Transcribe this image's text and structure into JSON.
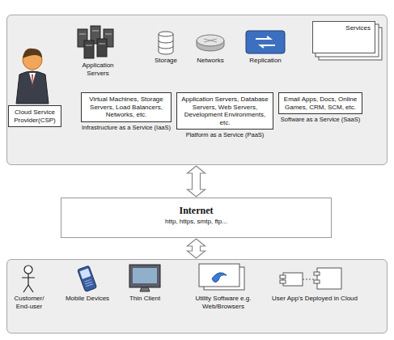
{
  "diagram": {
    "nodes": [
      {
        "text": []
      },
      {
        "text": [
          "Cloud Service Provider(CSP)"
        ],
        "in": 0
      },
      {
        "text": [
          "Services"
        ],
        "in": 0
      },
      {
        "text": [
          "Virtual Machines, Storage Servers, Load Balancers, Networks, etc.",
          "Infrastructure as a Service (IaaS)"
        ],
        "in": 0
      },
      {
        "text": [
          "Application Servers, Database Servers, Web Servers, Development Environments, etc.",
          "Platform as a Service (PaaS)"
        ],
        "in": 0
      },
      {
        "text": [
          "Email Apps, Docs, Online Games, CRM, SCM, etc.",
          "Software as a Service (SaaS)"
        ],
        "in": 0
      },
      {
        "text": [
          "Internet",
          "http, https, smtp, ftp..."
        ]
      },
      {
        "text": []
      }
    ],
    "edges": [
      {
        "from": 0,
        "to": 6,
        "arrow": "both"
      },
      {
        "from": 6,
        "to": 7,
        "arrow": "both"
      }
    ],
    "labels": [
      "Application Servers",
      "Storage",
      "Networks",
      "Replication",
      "Customer/ End-user",
      "Mobile Devices",
      "Thin Client",
      "Utility Software e.g. Web/Browsers",
      "User App's Deployed in Cloud"
    ]
  }
}
